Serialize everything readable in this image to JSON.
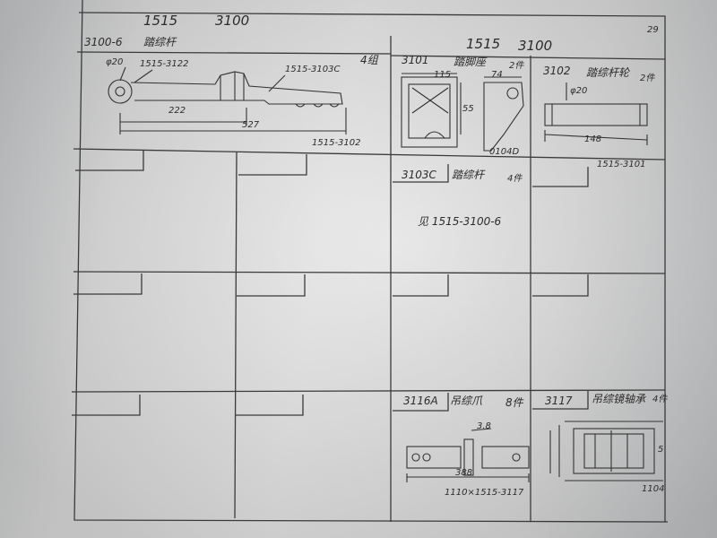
{
  "header": {
    "model": "1515",
    "series": "3100",
    "page_number": "29"
  },
  "cells": {
    "c1": {
      "code": "3100-6",
      "name": "踏综杆",
      "qty": "4组",
      "labels": {
        "dia": "φ20",
        "part_a": "1515-3122",
        "part_b": "1515-3103C",
        "dim1": "222",
        "dim2": "527",
        "ref": "1515-3102"
      }
    },
    "c2": {
      "code": "3101",
      "name": "踏脚座",
      "qty": "2件",
      "labels": {
        "d115": "115",
        "d74": "74",
        "d55": "55",
        "ref": "0104D"
      }
    },
    "c3": {
      "code": "3102",
      "name": "踏综杆轮",
      "qty": "2件",
      "labels": {
        "d20": "φ20",
        "d148": "148",
        "ref": "1515-3101"
      }
    },
    "c4": {
      "code": "3103C",
      "name": "踏综杆",
      "qty": "4件",
      "note": "见 1515-3100-6"
    },
    "c5": {
      "code": "3116A",
      "name": "吊综爪",
      "qty": "8件",
      "labels": {
        "d38": "3.8",
        "d388": "388",
        "ref": "1110×1515-3117"
      }
    },
    "c6": {
      "code": "3117",
      "name": "吊综镜轴承",
      "qty": "4件",
      "labels": {
        "d5": "5",
        "ref": "1104"
      }
    }
  },
  "colors": {
    "ink": "#2b2b2b",
    "paper": "#dcdcdc"
  }
}
